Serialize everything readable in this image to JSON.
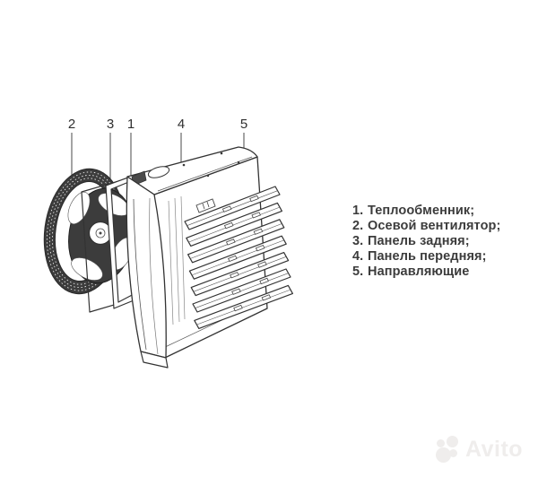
{
  "diagram": {
    "type": "exploded-technical-drawing",
    "subject": "fan-heater-unit",
    "callouts": [
      {
        "num": "2",
        "target": "axial-fan"
      },
      {
        "num": "3",
        "target": "rear-panel"
      },
      {
        "num": "1",
        "target": "heat-exchanger"
      },
      {
        "num": "4",
        "target": "front-panel"
      },
      {
        "num": "5",
        "target": "louvers"
      }
    ],
    "louver_count": 7,
    "coil_circle_count": 13,
    "fin_line_count": 20
  },
  "legend": {
    "items": [
      {
        "num": "1.",
        "label": "Теплообменник;"
      },
      {
        "num": "2.",
        "label": "Осевой вентилятор;"
      },
      {
        "num": "3.",
        "label": "Панель задняя;"
      },
      {
        "num": "4.",
        "label": "Панель передняя;"
      },
      {
        "num": "5.",
        "label": "Направляющие"
      }
    ]
  },
  "watermark": {
    "text": "Avito"
  },
  "colors": {
    "background": "#ffffff",
    "line": "#333333",
    "dark_fill": "#3d3d3d",
    "legend_text": "#3c3c3c",
    "watermark": "#efedec"
  }
}
